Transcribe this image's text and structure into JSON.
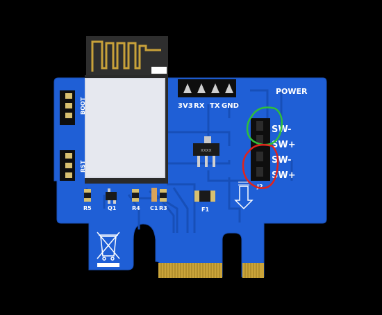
{
  "labels": {
    "power": "POWER",
    "pin_3v3": "3V3",
    "pin_rx": "RX",
    "pin_tx": "TX",
    "pin_gnd": "GND",
    "sw_minus_1": "SW-",
    "sw_plus_1": "SW+",
    "sw_minus_2": "SW-",
    "sw_plus_2": "SW+",
    "j2": "J2",
    "boot": "BOOT",
    "rst": "RST",
    "r5": "R5",
    "q1": "Q1",
    "r4": "R4",
    "c1": "C1",
    "r3": "R3",
    "f1": "F1",
    "chip_marking": "XXXX"
  },
  "colors": {
    "pcb": "#1f5fd6",
    "pcb_dark": "#163f9c",
    "trace": "#174fb8",
    "silk": "#ffffff",
    "gold": "#caa43a",
    "green_circle": "#2fbf3a",
    "red_circle": "#e0231c"
  }
}
